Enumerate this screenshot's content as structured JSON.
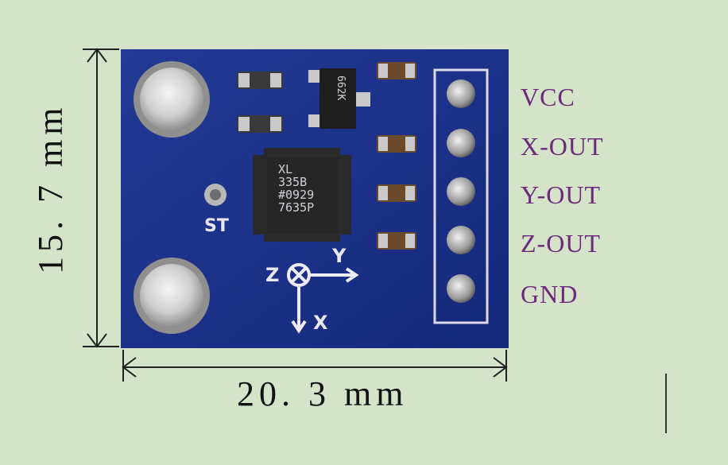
{
  "board": {
    "pins": [
      "VCC",
      "X-OUT",
      "Y-OUT",
      "Z-OUT",
      "GND"
    ],
    "st_label": "ST",
    "axis_z": "Z",
    "axis_y": "Y",
    "axis_x": "X",
    "chip_lines": [
      "XL",
      "335B",
      "#0929",
      "7635P"
    ],
    "regulator_text": "662K"
  },
  "dimensions": {
    "width": "20. 3  mm",
    "height": "15. 7  mm"
  },
  "colors": {
    "background": "#d5e3c9",
    "pcb": "#1a2f86",
    "label": "#6b2a7a"
  }
}
